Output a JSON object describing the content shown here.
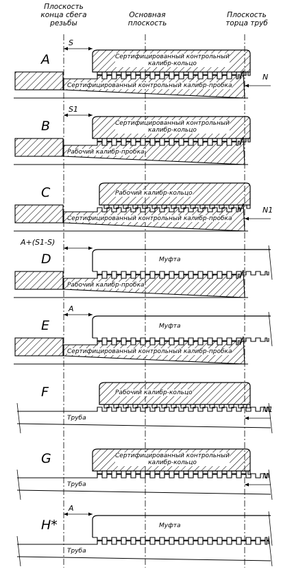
{
  "planes": {
    "left": "Плоскость\nконца сбега\nрезьбы",
    "middle": "Основная\nплоскость",
    "right": "Плоскость\nторца труб"
  },
  "rows": [
    {
      "letter": "A",
      "top_part": "Сертифицированный контрольный\nкалибр-кольцо",
      "top_type": "ring",
      "bottom_part": "Сертифицированный контрольный калибр-пробка",
      "bottom_type": "plug",
      "dim_left": "S",
      "dim_right": "N"
    },
    {
      "letter": "B",
      "top_part": "Сертифицированный контрольный\nкалибр-кольцо",
      "top_type": "ring",
      "bottom_part": "Рабочий калибр-пробка",
      "bottom_type": "plug",
      "dim_left": "S1",
      "dim_right": ""
    },
    {
      "letter": "C",
      "top_part": "Рабочий калибр-кольцо",
      "top_type": "ring",
      "bottom_part": "Сертифицированный контрольный калибр-пробка",
      "bottom_type": "plug",
      "dim_left": "",
      "dim_right": "N1"
    },
    {
      "letter": "D",
      "top_part": "Муфта",
      "top_type": "coupling",
      "bottom_part": "Рабочий калибр-пробка",
      "bottom_type": "plug",
      "dim_left": "A+(S1-S)",
      "dim_right": ""
    },
    {
      "letter": "E",
      "top_part": "Муфта",
      "top_type": "coupling",
      "bottom_part": "Сертифицированный контрольный калибр-пробка",
      "bottom_type": "plug",
      "dim_left": "A",
      "dim_right": ""
    },
    {
      "letter": "F",
      "top_part": "Рабочий калибр-кольцо",
      "top_type": "ring",
      "bottom_part": "Труба",
      "bottom_type": "pipe",
      "dim_left": "",
      "dim_right": "N1"
    },
    {
      "letter": "G",
      "top_part": "Сертифицированный контрольный\nкалибр-кольцо",
      "top_type": "ring",
      "bottom_part": "Труба",
      "bottom_type": "pipe",
      "dim_left": "",
      "dim_right": "N"
    },
    {
      "letter": "H*",
      "top_part": "Муфта",
      "top_type": "coupling",
      "bottom_part": "Труба",
      "bottom_type": "pipe",
      "dim_left": "A",
      "dim_right": ""
    }
  ]
}
